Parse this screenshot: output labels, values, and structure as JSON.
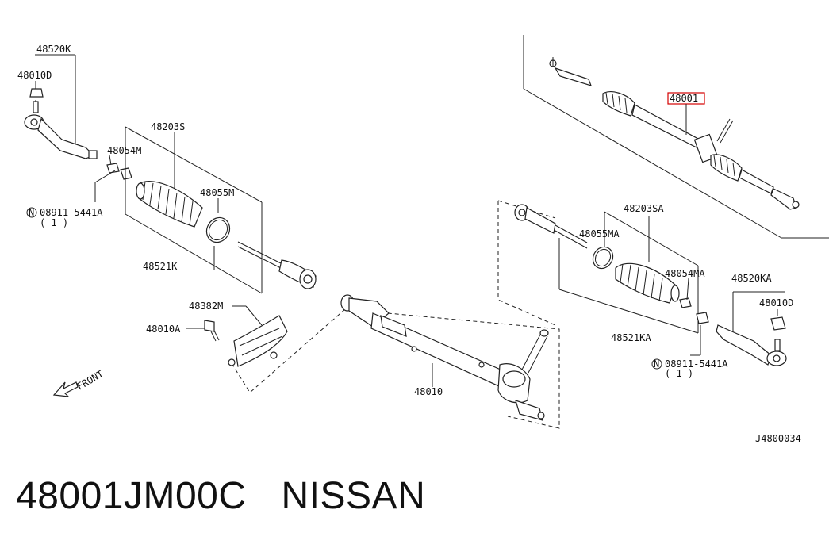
{
  "labels": {
    "l_48520K": "48520K",
    "l_48010D_left": "48010D",
    "l_48054M": "48054M",
    "l_48203S": "48203S",
    "l_48055M": "48055M",
    "l_08911_left": "08911-5441A",
    "l_qty_left": "( 1 )",
    "l_48521K": "48521K",
    "l_48382M": "48382M",
    "l_48010A": "48010A",
    "l_front": "FRONT",
    "l_48010": "48010",
    "l_48001": "48001",
    "l_48203SA": "48203SA",
    "l_48055MA": "48055MA",
    "l_48054MA": "48054MA",
    "l_48520KA": "48520KA",
    "l_48010D_right": "48010D",
    "l_48521KA": "48521KA",
    "l_08911_right": "08911-5441A",
    "l_qty_right": "( 1 )",
    "l_diagram_id": "J4800034",
    "n_symbol": "N"
  },
  "highlight_color": "#d40000",
  "footer": {
    "part_number": "48001JM00C",
    "brand": "NISSAN"
  }
}
